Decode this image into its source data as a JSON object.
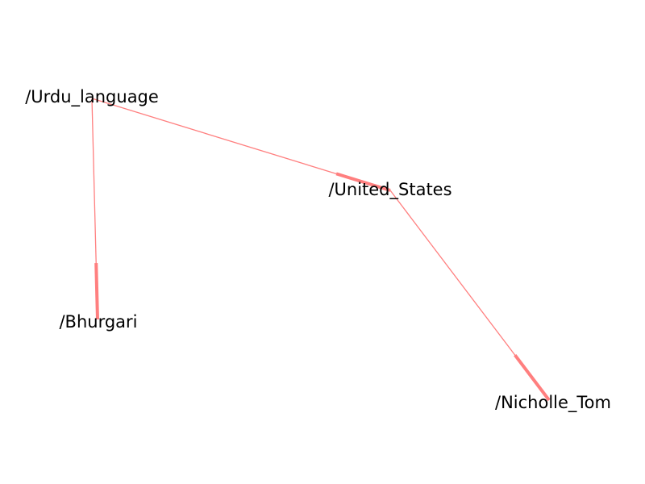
{
  "graph": {
    "edge_color": "#ff7f7f",
    "label_color": "#000000",
    "nodes": [
      {
        "id": "urdu",
        "label": "/Urdu_language"
      },
      {
        "id": "us",
        "label": "/United_States"
      },
      {
        "id": "bhurgari",
        "label": "/Bhurgari"
      },
      {
        "id": "nicholle",
        "label": "/Nicholle_Tom"
      }
    ],
    "edges": [
      {
        "source": "urdu",
        "target": "us",
        "directed": true
      },
      {
        "source": "urdu",
        "target": "bhurgari",
        "directed": true
      },
      {
        "source": "us",
        "target": "nicholle",
        "directed": true
      }
    ]
  }
}
